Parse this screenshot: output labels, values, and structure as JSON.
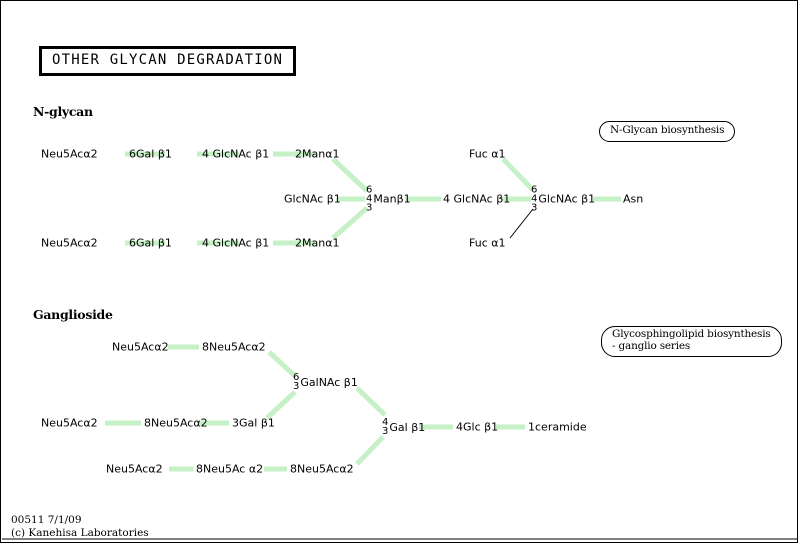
{
  "map": {
    "title": "OTHER GLYCAN DEGRADATION",
    "edge_color": "#c6f0c6",
    "thin_edge_color": "#000000",
    "background": "#ffffff"
  },
  "sections": {
    "nglycan": {
      "heading": "N-glycan"
    },
    "ganglioside": {
      "heading": "Ganglioside"
    }
  },
  "maplinks": [
    {
      "name": "n-glycan-biosynthesis",
      "line1": "N-Glycan biosynthesis",
      "line2": ""
    },
    {
      "name": "glycosphingolipid-biosynthesis",
      "line1": "Glycosphingolipid biosynthesis",
      "line2": "- ganglio series"
    }
  ],
  "nglycan_nodes": {
    "top_neu5ac": "Neu5Acα2",
    "top_gal": "6Gal β1",
    "top_glcnac": "4 GlcNAc β1",
    "top_man": "2Manα1",
    "mid_glcnac": "GlcNAc β1",
    "man_core": {
      "digits": [
        "6",
        "4",
        "3"
      ],
      "label": "Manβ1"
    },
    "bot_neu5ac": "Neu5Acα2",
    "bot_gal": "6Gal β1",
    "bot_glcnac": "4 GlcNAc β1",
    "bot_man": "2Manα1",
    "chitobiose": "4 GlcNAc β1",
    "core_glcnac": {
      "digits": [
        "6",
        "4",
        "3"
      ],
      "label": "GlcNAc β1"
    },
    "asn": "Asn",
    "fuc_upper": "Fuc α1",
    "fuc_lower": "Fuc α1"
  },
  "ganglioside_nodes": {
    "r1_neu5ac": "Neu5Acα2",
    "r1_neu5ac8": "8Neu5Acα2",
    "galnac": {
      "digits": [
        "6",
        "3"
      ],
      "label": "GalNAc β1"
    },
    "r2_neu5ac": "Neu5Acα2",
    "r2_neu5ac8": "8Neu5Acα2",
    "r2_gal": "3Gal β1",
    "r3_neu5ac": "Neu5Acα2",
    "r3_neu5ac8": "8Neu5Ac α2",
    "r3_neu5ac8b": "8Neu5Acα2",
    "gal_core": {
      "digits": [
        "4",
        "3"
      ],
      "label": "Gal β1"
    },
    "glc": "4Glc β1",
    "ceramide": "1ceramide"
  },
  "footer": {
    "line1": "00511 7/1/09",
    "line2": "(c) Kanehisa Laboratories"
  }
}
